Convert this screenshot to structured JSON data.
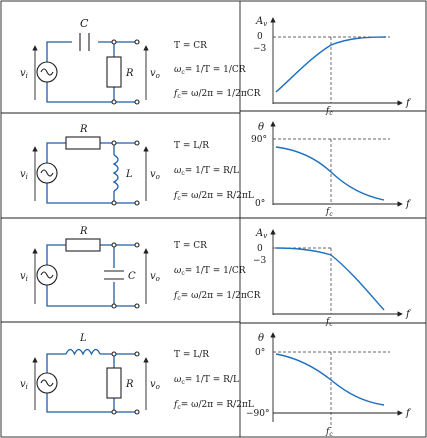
{
  "sections": [
    {
      "component1": "C",
      "component2": "R",
      "vin": "v",
      "vin_sub": "i",
      "vout": "v",
      "vout_sub": "o",
      "formula_tau": "T = CR",
      "formula_omega_lhs": "ω",
      "formula_omega_sub": "c",
      "formula_omega_rest": "= 1/T = 1/CR",
      "formula_f_lhs": "f",
      "formula_f_sub": "c",
      "formula_f_rest": "= ω/2π = 1/2πCR"
    },
    {
      "component1": "R",
      "component2": "L",
      "vin": "v",
      "vin_sub": "i",
      "vout": "v",
      "vout_sub": "o",
      "formula_tau": "T = L/R",
      "formula_omega_lhs": "ω",
      "formula_omega_sub": "c",
      "formula_omega_rest": "= 1/T = R/L",
      "formula_f_lhs": "f",
      "formula_f_sub": "c",
      "formula_f_rest": "= ω/2π = R/2πL"
    },
    {
      "component1": "R",
      "component2": "C",
      "vin": "v",
      "vin_sub": "i",
      "vout": "v",
      "vout_sub": "o",
      "formula_tau": "T = CR",
      "formula_omega_lhs": "ω",
      "formula_omega_sub": "c",
      "formula_omega_rest": "= 1/T = 1/CR",
      "formula_f_lhs": "f",
      "formula_f_sub": "c",
      "formula_f_rest": "= ω/2π = 1/2πCR"
    },
    {
      "component1": "L",
      "component2": "R",
      "vin": "v",
      "vin_sub": "i",
      "vout": "v",
      "vout_sub": "o",
      "formula_tau": "T = L/R",
      "formula_omega_lhs": "ω",
      "formula_omega_sub": "c",
      "formula_omega_rest": "= 1/T = R/L",
      "formula_f_lhs": "f",
      "formula_f_sub": "c",
      "formula_f_rest": "= ω/2π = R/2πL"
    }
  ],
  "graphs": [
    {
      "ylabel": "A",
      "ylabel_sub": "v",
      "ticks": [
        "0",
        "−3"
      ],
      "xlabel": "f",
      "xmark": "f",
      "xmark_sub": "c"
    },
    {
      "ylabel": "θ",
      "ticks": [
        "90°",
        "0°"
      ],
      "xlabel": "f",
      "xmark": "f",
      "xmark_sub": "c"
    },
    {
      "ylabel": "A",
      "ylabel_sub": "v",
      "ticks": [
        "0",
        "−3"
      ],
      "xlabel": "f",
      "xmark": "f",
      "xmark_sub": "c"
    },
    {
      "ylabel": "θ",
      "ticks": [
        "0°",
        "−90°"
      ],
      "xlabel": "f",
      "xmark": "f",
      "xmark_sub": "c"
    }
  ]
}
